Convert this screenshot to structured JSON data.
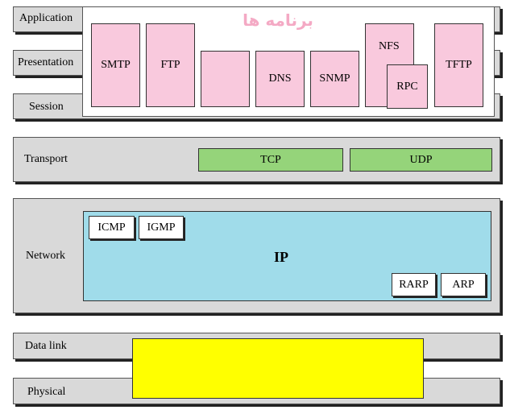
{
  "layers": {
    "application": "Application",
    "presentation": "Presentation",
    "session": "Session",
    "transport": "Transport",
    "network": "Network",
    "data_link": "Data link",
    "physical": "Physical"
  },
  "application_title": "برنامه ها",
  "application_protocols": {
    "smtp": "SMTP",
    "ftp": "FTP",
    "blank": "",
    "dns": "DNS",
    "snmp": "SNMP",
    "nfs": "NFS",
    "rpc": "RPC",
    "tftp": "TFTP"
  },
  "transport_protocols": {
    "tcp": "TCP",
    "udp": "UDP"
  },
  "network_protocols": {
    "icmp": "ICMP",
    "igmp": "IGMP",
    "ip": "IP",
    "rarp": "RARP",
    "arp": "ARP"
  },
  "colors": {
    "layer_bg": "#d9d9d9",
    "application_protocol": "#f9c9dd",
    "transport_protocol": "#95d47a",
    "ip_area": "#a0dcea",
    "link_physical_area": "#ffff00"
  }
}
